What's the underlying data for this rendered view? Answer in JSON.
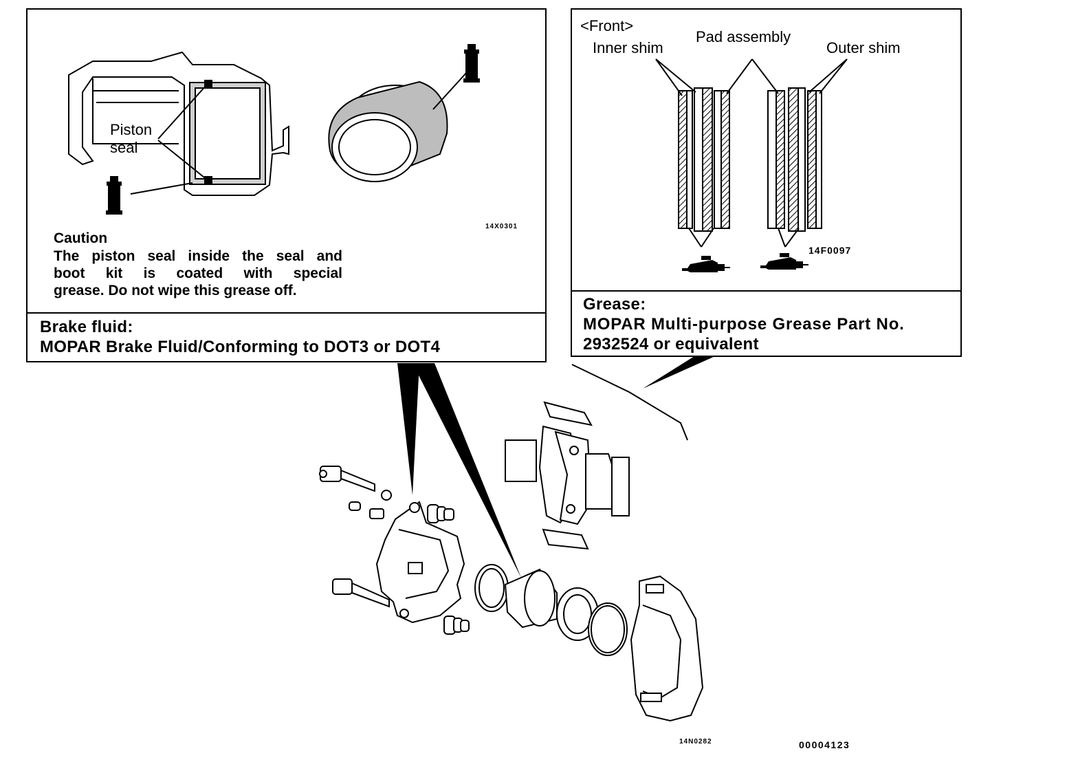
{
  "left_panel": {
    "callout_piston_seal": "Piston\nseal",
    "caption_title": "Caution",
    "caption_lines": [
      "The piston seal inside the seal and",
      "boot kit is coated with special",
      "grease. Do not wipe this grease off."
    ],
    "figure_code": "14X0301",
    "spec_lines": [
      "Brake fluid:",
      "MOPAR Brake Fluid/Conforming to DOT3 or DOT4"
    ]
  },
  "right_panel": {
    "front_label": "<Front>",
    "inner_shim_label": "Inner shim",
    "pad_assembly_label": "Pad assembly",
    "outer_shim_label": "Outer shim",
    "figure_code": "14F0097",
    "spec_lines": [
      "Grease:",
      "MOPAR Multi-purpose Grease Part No.",
      "2932524 or equivalent"
    ]
  },
  "main_figure_code": "14N0282",
  "document_number": "00004123",
  "icons": [
    "brake-fluid-bottle-icon",
    "grease-tube-icon"
  ]
}
